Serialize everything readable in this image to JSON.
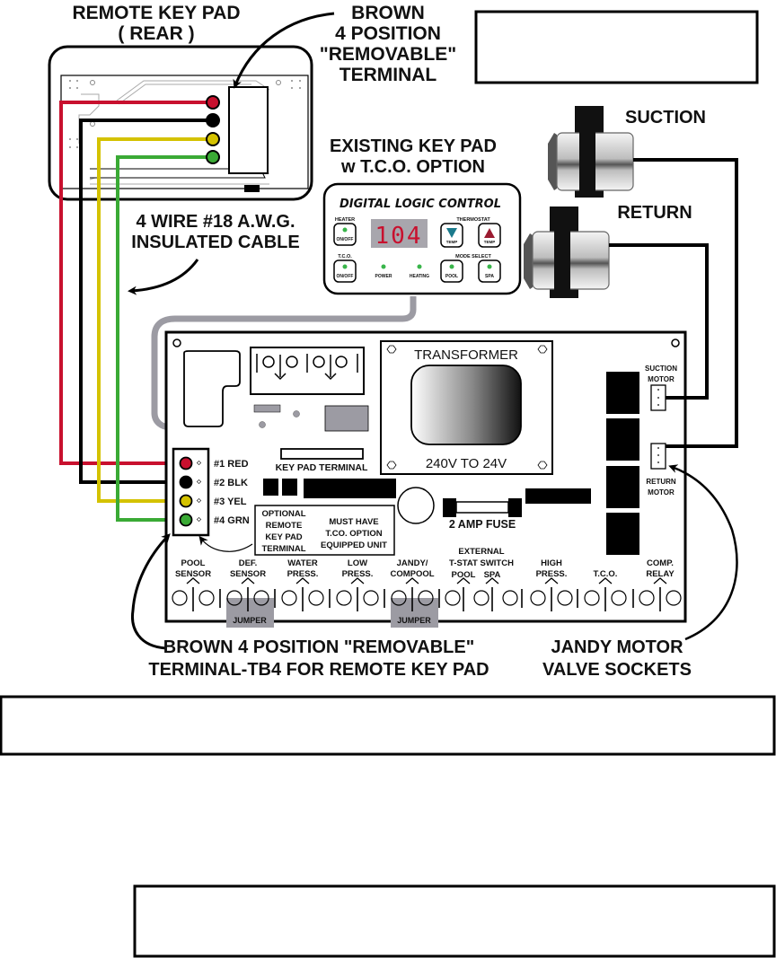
{
  "remote_keypad": {
    "title_line1": "REMOTE KEY PAD",
    "title_line2": "( REAR )"
  },
  "brown_terminal_callout": {
    "line1": "BROWN",
    "line2": "4 POSITION",
    "line3": "\"REMOVABLE\"",
    "line4": "TERMINAL"
  },
  "existing_keypad": {
    "title_line1": "EXISTING KEY PAD",
    "title_line2": "w T.C.O. OPTION",
    "brand": "DIGITAL LOGIC CONTROL",
    "display_value": "104",
    "heater_label": "HEATER",
    "heater_button": "ON/OFF",
    "tco_label": "T.C.O.",
    "tco_button": "ON/OFF",
    "power_label": "POWER",
    "heating_label": "HEATING",
    "thermostat_label": "THERMOSTAT",
    "temp_down": "TEMP",
    "temp_up": "TEMP",
    "mode_select_label": "MODE SELECT",
    "pool_button": "POOL",
    "spa_button": "SPA"
  },
  "cable_callout": {
    "line1": "4 WIRE #18 A.W.G.",
    "line2": "INSULATED CABLE"
  },
  "valves": {
    "suction": "SUCTION",
    "return": "RETURN"
  },
  "board": {
    "transformer_title": "TRANSFORMER",
    "transformer_rating": "240V TO 24V",
    "keypad_terminal": "KEY PAD TERMINAL",
    "fuse": "2 AMP FUSE",
    "suction_motor_line1": "SUCTION",
    "suction_motor_line2": "MOTOR",
    "return_motor_line1": "RETURN",
    "return_motor_line2": "MOTOR",
    "tb4_wires": [
      {
        "label": "#1 RED",
        "color": "#c8102e"
      },
      {
        "label": "#2 BLK",
        "color": "#000000"
      },
      {
        "label": "#3 YEL",
        "color": "#d4c200"
      },
      {
        "label": "#4 GRN",
        "color": "#3aaa35"
      }
    ],
    "optional_box": {
      "left": [
        "OPTIONAL",
        "REMOTE",
        "KEY PAD",
        "TERMINAL"
      ],
      "right": [
        "MUST HAVE",
        "T.CO. OPTION",
        "EQUIPPED UNIT"
      ]
    },
    "external_switch_header": [
      "EXTERNAL",
      "T-STAT SWITCH"
    ],
    "terminals": [
      {
        "line1": "POOL",
        "line2": "SENSOR"
      },
      {
        "line1": "DEF.",
        "line2": "SENSOR"
      },
      {
        "line1": "WATER",
        "line2": "PRESS."
      },
      {
        "line1": "LOW",
        "line2": "PRESS."
      },
      {
        "line1": "JANDY/",
        "line2": "COMPOOL"
      },
      {
        "line1": "",
        "line2": "POOL"
      },
      {
        "line1": "",
        "line2": "SPA"
      },
      {
        "line1": "HIGH",
        "line2": "PRESS."
      },
      {
        "line1": "",
        "line2": "T.C.O."
      },
      {
        "line1": "COMP.",
        "line2": "RELAY"
      }
    ],
    "jumper_label": "JUMPER"
  },
  "bottom_callouts": {
    "tb4_line1": "BROWN 4 POSITION \"REMOVABLE\"",
    "tb4_line2": "TERMINAL-TB4 FOR REMOTE KEY PAD",
    "jandy_line1": "JANDY MOTOR",
    "jandy_line2": "VALVE SOCKETS"
  },
  "colors": {
    "wire_red": "#c8102e",
    "wire_black": "#000000",
    "wire_yellow": "#d4c200",
    "wire_green": "#3aaa35",
    "cable_gray": "#9c9ba3",
    "component_gray": "#9c9ba3",
    "led_green": "#39b54a",
    "display_bg": "#a8a6ad",
    "display_digits": "#c8102e",
    "temp_up": "#9b1b30",
    "temp_down": "#1b7a8c"
  }
}
